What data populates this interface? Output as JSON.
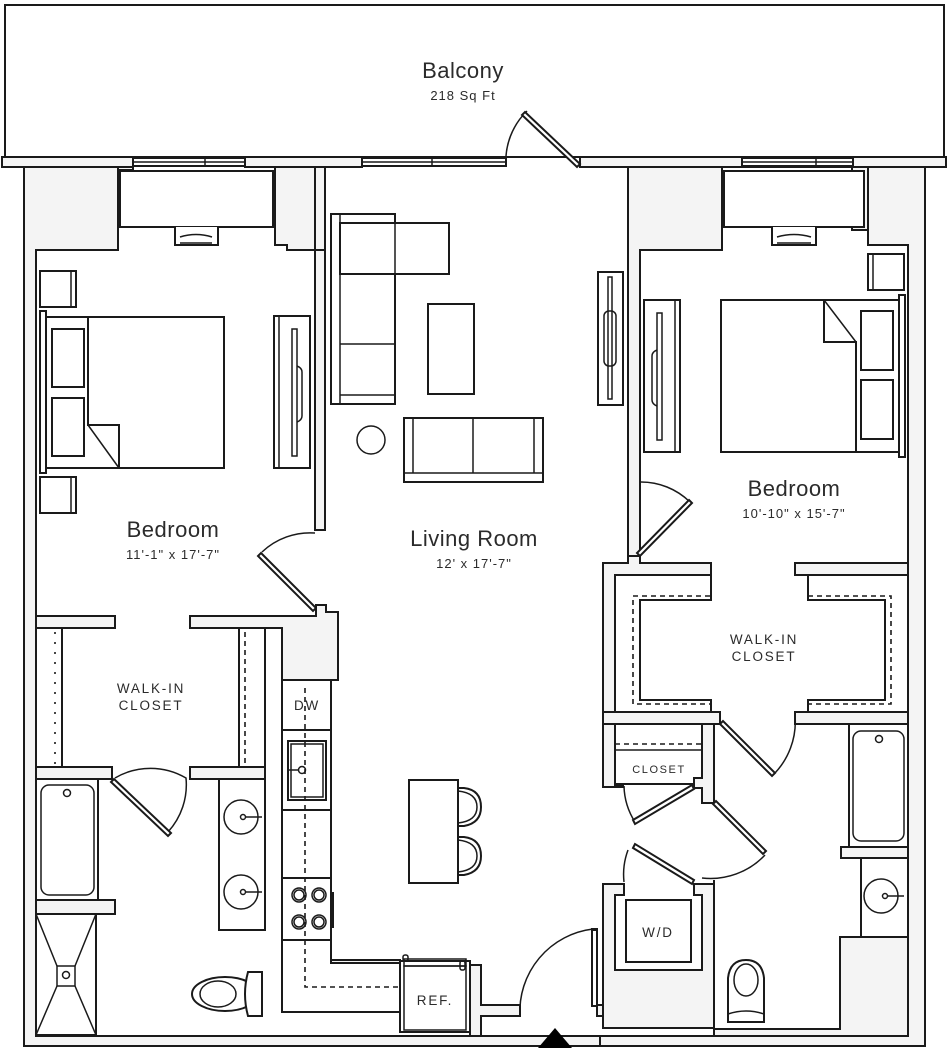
{
  "rooms": {
    "balcony": {
      "name": "Balcony",
      "size": "218 Sq Ft"
    },
    "bedroom_left": {
      "name": "Bedroom",
      "dimensions": "11'-1\" x 17'-7\""
    },
    "living_room": {
      "name": "Living Room",
      "dimensions": "12' x 17'-7\""
    },
    "bedroom_right": {
      "name": "Bedroom",
      "dimensions": "10'-10\" x 15'-7\""
    },
    "walk_in_closet_left": {
      "line1": "WALK-IN",
      "line2": "CLOSET"
    },
    "walk_in_closet_right": {
      "line1": "WALK-IN",
      "line2": "CLOSET"
    },
    "closet": {
      "name": "CLOSET"
    }
  },
  "appliances": {
    "dishwasher": "DW",
    "refrigerator": "REF.",
    "washer_dryer": "W/D"
  },
  "icons": {
    "entry": "entry-arrow-icon (▲)"
  },
  "colors": {
    "wall_fill": "#f4f4f4",
    "line": "#1a1a1a",
    "text": "#2b2b2b",
    "background": "#ffffff"
  }
}
